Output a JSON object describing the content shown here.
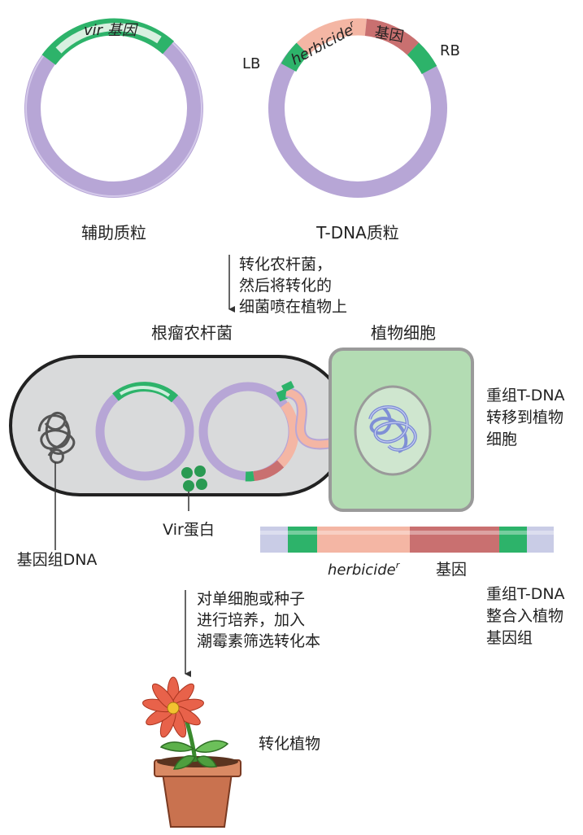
{
  "plasmids": {
    "helper_gene": "vir 基因",
    "helper_label": "辅助质粒",
    "tdna_label": "T-DNA质粒",
    "herbicide": "herbicide",
    "herbicide_sup": "r",
    "gene": "基因",
    "lb": "LB",
    "rb": "RB"
  },
  "step1": [
    "转化农杆菌，",
    "然后将转化的",
    "细菌喷在植物上"
  ],
  "bacterium": {
    "title": "根瘤农杆菌",
    "vir_protein": "Vir蛋白",
    "genomic_dna": "基因组DNA"
  },
  "plant_cell": {
    "title": "植物细胞",
    "transfer": [
      "重组T-DNA",
      "转移到植物",
      "细胞"
    ]
  },
  "integration": {
    "herbicide": "herbicide",
    "herbicide_sup": "r",
    "gene": "基因",
    "caption": [
      "重组T-DNA",
      "整合入植物",
      "基因组"
    ]
  },
  "step2": [
    "对单细胞或种子",
    "进行培养，加入",
    "潮霉素筛选转化本"
  ],
  "result": {
    "label": "转化植物"
  },
  "colors": {
    "plasmid_ring": "#b7a6d6",
    "border_green": "#2db36a",
    "herbicide_segment": "#f4b6a4",
    "gene_segment": "#c97070",
    "bacterium_fill": "#d9dadb",
    "plant_cell_fill": "#b3dcb3",
    "nucleus_dna": "#7f8fd6",
    "vir_protein": "#2a9a52"
  }
}
